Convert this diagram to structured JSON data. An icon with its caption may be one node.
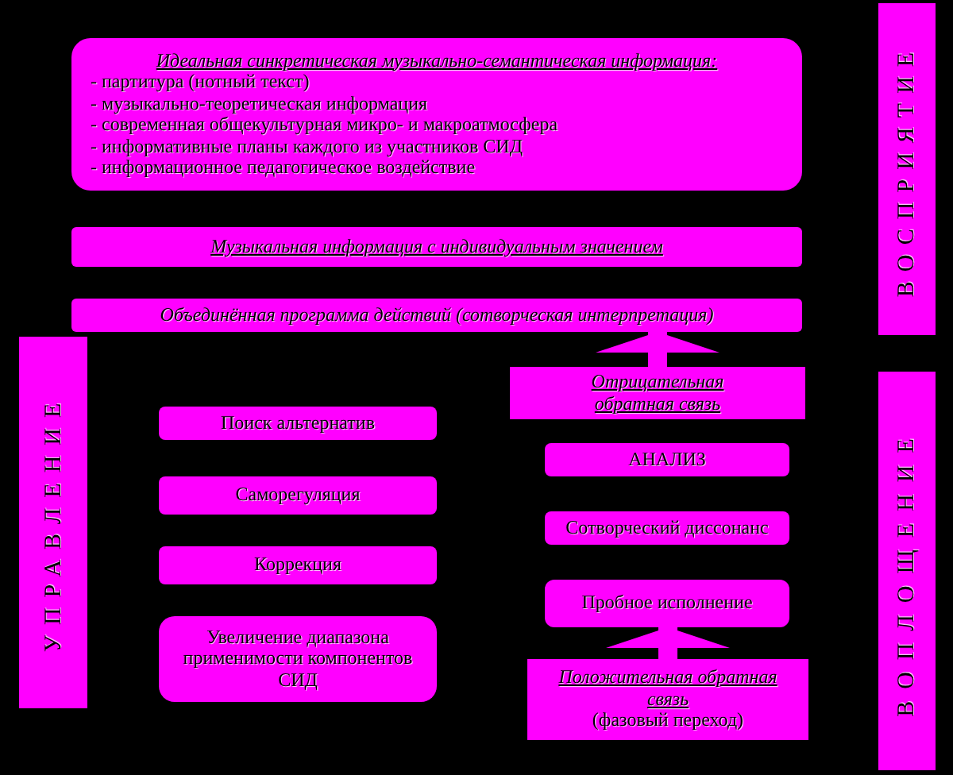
{
  "diagram": {
    "nodes": [
      {
        "text": [
          "Идеальная синкретическая музыкально-семантическая информация:",
          "- партитура (нотный текст)",
          "- музыкально-теоретическая информация",
          "- современная общекультурная микро- и макроатмосфера",
          "- информативные планы каждого из участников СИД",
          "- информационное педагогическое воздействие"
        ]
      },
      {
        "text": [
          "ВОСПРИЯТИЕ"
        ]
      },
      {
        "text": [
          "Музыкальная информация с индивидуальным значением"
        ]
      },
      {
        "text": [
          "Объединённая программа действий (сотворческая интерпретация)"
        ]
      },
      {
        "text": [
          "УПРАВЛЕНИЕ"
        ]
      },
      {
        "text": [
          "ВОПЛОЩЕНИЕ"
        ]
      },
      {
        "text": [
          "Отрицательная обратная связь"
        ]
      },
      {
        "text": [
          "Поиск альтернатив"
        ]
      },
      {
        "text": [
          "АНАЛИЗ"
        ]
      },
      {
        "text": [
          "Саморегуляция"
        ]
      },
      {
        "text": [
          "Сотворческий диссонанс"
        ]
      },
      {
        "text": [
          "Коррекция"
        ]
      },
      {
        "text": [
          "Пробное исполнение"
        ]
      },
      {
        "text": [
          "Увеличение диапазона применимости компонентов СИД"
        ]
      },
      {
        "text": [
          "Положительная обратная связь",
          "(фазовый переход)"
        ]
      }
    ],
    "edges": [
      {
        "from": 6,
        "to": 3,
        "arrow": "to"
      },
      {
        "from": 14,
        "to": 12,
        "arrow": "to"
      }
    ]
  }
}
